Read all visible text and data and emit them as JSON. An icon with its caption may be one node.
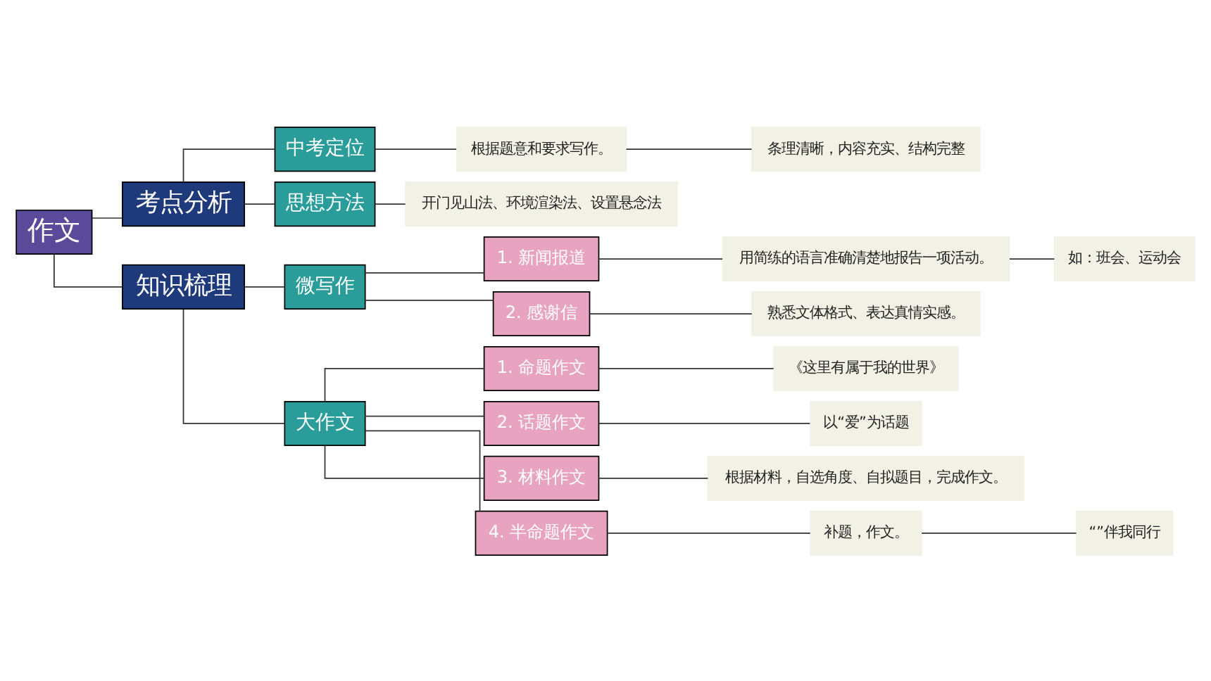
{
  "diagram": {
    "nodes": [
      {
        "text": [
          "作文"
        ]
      },
      {
        "text": [
          "考点分析"
        ]
      },
      {
        "text": [
          "中考定位"
        ]
      },
      {
        "text": [
          "根据题意和要求写作。"
        ]
      },
      {
        "text": [
          "条理清晰，内容充实、结构完整"
        ]
      },
      {
        "text": [
          "思想方法"
        ]
      },
      {
        "text": [
          "开门见山法、环境渲染法、设置悬念法"
        ]
      },
      {
        "text": [
          "知识梳理"
        ]
      },
      {
        "text": [
          "微写作"
        ]
      },
      {
        "text": [
          "1. 新闻报道"
        ]
      },
      {
        "text": [
          "用简练的语言准确清楚地报告一项活动。"
        ]
      },
      {
        "text": [
          "2. 感谢信"
        ]
      },
      {
        "text": [
          "熟悉文体格式、表达真情实感。"
        ]
      },
      {
        "text": [
          "如：班会、运动会"
        ]
      },
      {
        "text": [
          "大作文"
        ]
      },
      {
        "text": [
          "1. 命题作文"
        ]
      },
      {
        "text": [
          "《这里有属于我的世界》"
        ]
      },
      {
        "text": [
          "2. 话题作文"
        ]
      },
      {
        "text": [
          "以“爱”为话题"
        ]
      },
      {
        "text": [
          "3. 材料作文"
        ]
      },
      {
        "text": [
          "根据材料，自选角度、自拟题目，完成作文。"
        ]
      },
      {
        "text": [
          "4. 半命题作文"
        ]
      },
      {
        "text": [
          "补题，作文。"
        ]
      },
      {
        "text": [
          "“”伴我同行"
        ]
      }
    ],
    "edges": [
      {
        "from": 0,
        "to": 1,
        "arrow": "none"
      },
      {
        "from": 1,
        "to": 2,
        "arrow": "none"
      },
      {
        "from": 2,
        "to": 3,
        "arrow": "none"
      },
      {
        "from": 3,
        "to": 4,
        "arrow": "none"
      },
      {
        "from": 1,
        "to": 5,
        "arrow": "none"
      },
      {
        "from": 5,
        "to": 6,
        "arrow": "none"
      },
      {
        "from": 0,
        "to": 7,
        "arrow": "none"
      },
      {
        "from": 7,
        "to": 8,
        "arrow": "none"
      },
      {
        "from": 8,
        "to": 9,
        "arrow": "none"
      },
      {
        "from": 9,
        "to": 10,
        "arrow": "none"
      },
      {
        "from": 8,
        "to": 11,
        "arrow": "none"
      },
      {
        "from": 11,
        "to": 12,
        "arrow": "none"
      },
      {
        "from": 10,
        "to": 13,
        "arrow": "none"
      },
      {
        "from": 7,
        "to": 14,
        "arrow": "none"
      },
      {
        "from": 14,
        "to": 15,
        "arrow": "none"
      },
      {
        "from": 15,
        "to": 16,
        "arrow": "none"
      },
      {
        "from": 14,
        "to": 17,
        "arrow": "none"
      },
      {
        "from": 17,
        "to": 18,
        "arrow": "none"
      },
      {
        "from": 14,
        "to": 19,
        "arrow": "none"
      },
      {
        "from": 19,
        "to": 20,
        "arrow": "none"
      },
      {
        "from": 14,
        "to": 21,
        "arrow": "none"
      },
      {
        "from": 21,
        "to": 22,
        "arrow": "none"
      },
      {
        "from": 22,
        "to": 23,
        "arrow": "none"
      }
    ]
  }
}
